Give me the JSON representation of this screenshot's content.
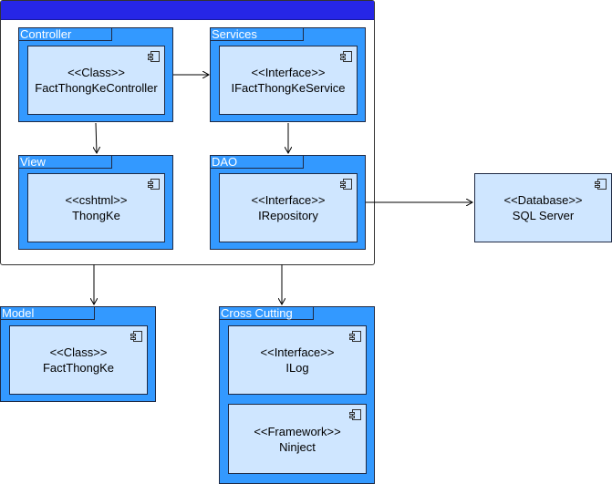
{
  "packages": {
    "controller": "Controller",
    "services": "Services",
    "view": "View",
    "dao": "DAO",
    "model": "Model",
    "cross_cutting": "Cross Cutting"
  },
  "components": {
    "controller": {
      "stereotype": "<<Class>>",
      "name": "FactThongKeController"
    },
    "service": {
      "stereotype": "<<Interface>>",
      "name": "IFactThongKeService"
    },
    "view": {
      "stereotype": "<<cshtml>>",
      "name": "ThongKe"
    },
    "repository": {
      "stereotype": "<<Interface>>",
      "name": "IRepository"
    },
    "database": {
      "stereotype": "<<Database>>",
      "name": "SQL Server"
    },
    "model": {
      "stereotype": "<<Class>>",
      "name": "FactThongKe"
    },
    "log": {
      "stereotype": "<<Interface>>",
      "name": "ILog"
    },
    "ninject": {
      "stereotype": "<<Framework>>",
      "name": "Ninject"
    }
  },
  "colors": {
    "package_fill": "#3399ff",
    "component_fill": "#cfe6ff",
    "header_bar": "#2626e6"
  },
  "icons": {
    "component": "component-icon"
  }
}
